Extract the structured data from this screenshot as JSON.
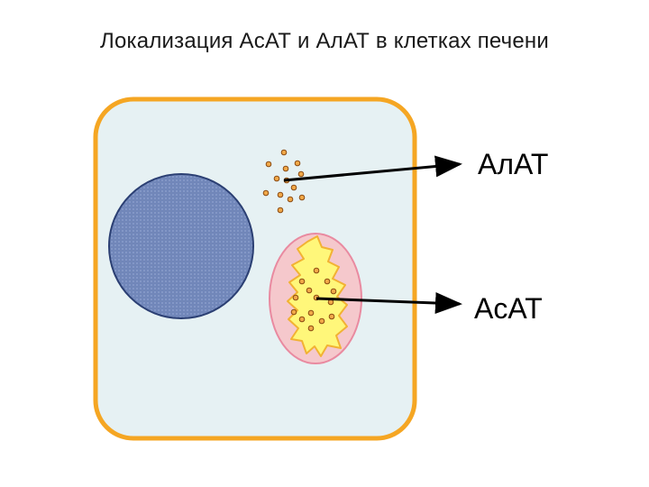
{
  "title": "Локализация АсАТ и АлАТ в клетках печени",
  "labels": {
    "alat": "АлАТ",
    "asat": "АсАТ"
  },
  "colors": {
    "cell_fill": "#e6f1f3",
    "cell_border": "#f5a623",
    "nucleus_fill": "#6d84b8",
    "nucleus_border": "#2b3f73",
    "mitochondrion_fill": "#f5c8cc",
    "mitochondrion_border": "#e98aa0",
    "cristae_fill": "#fff77a",
    "cristae_border": "#f2b233",
    "enzyme_dot_fill": "#f0a848",
    "enzyme_dot_border": "#8a4a12",
    "arrow": "#000000"
  },
  "icons": {
    "alat_granules": "cytoplasm-enzyme-dots",
    "asat_granules": "mitochondrial-enzyme-dots"
  }
}
